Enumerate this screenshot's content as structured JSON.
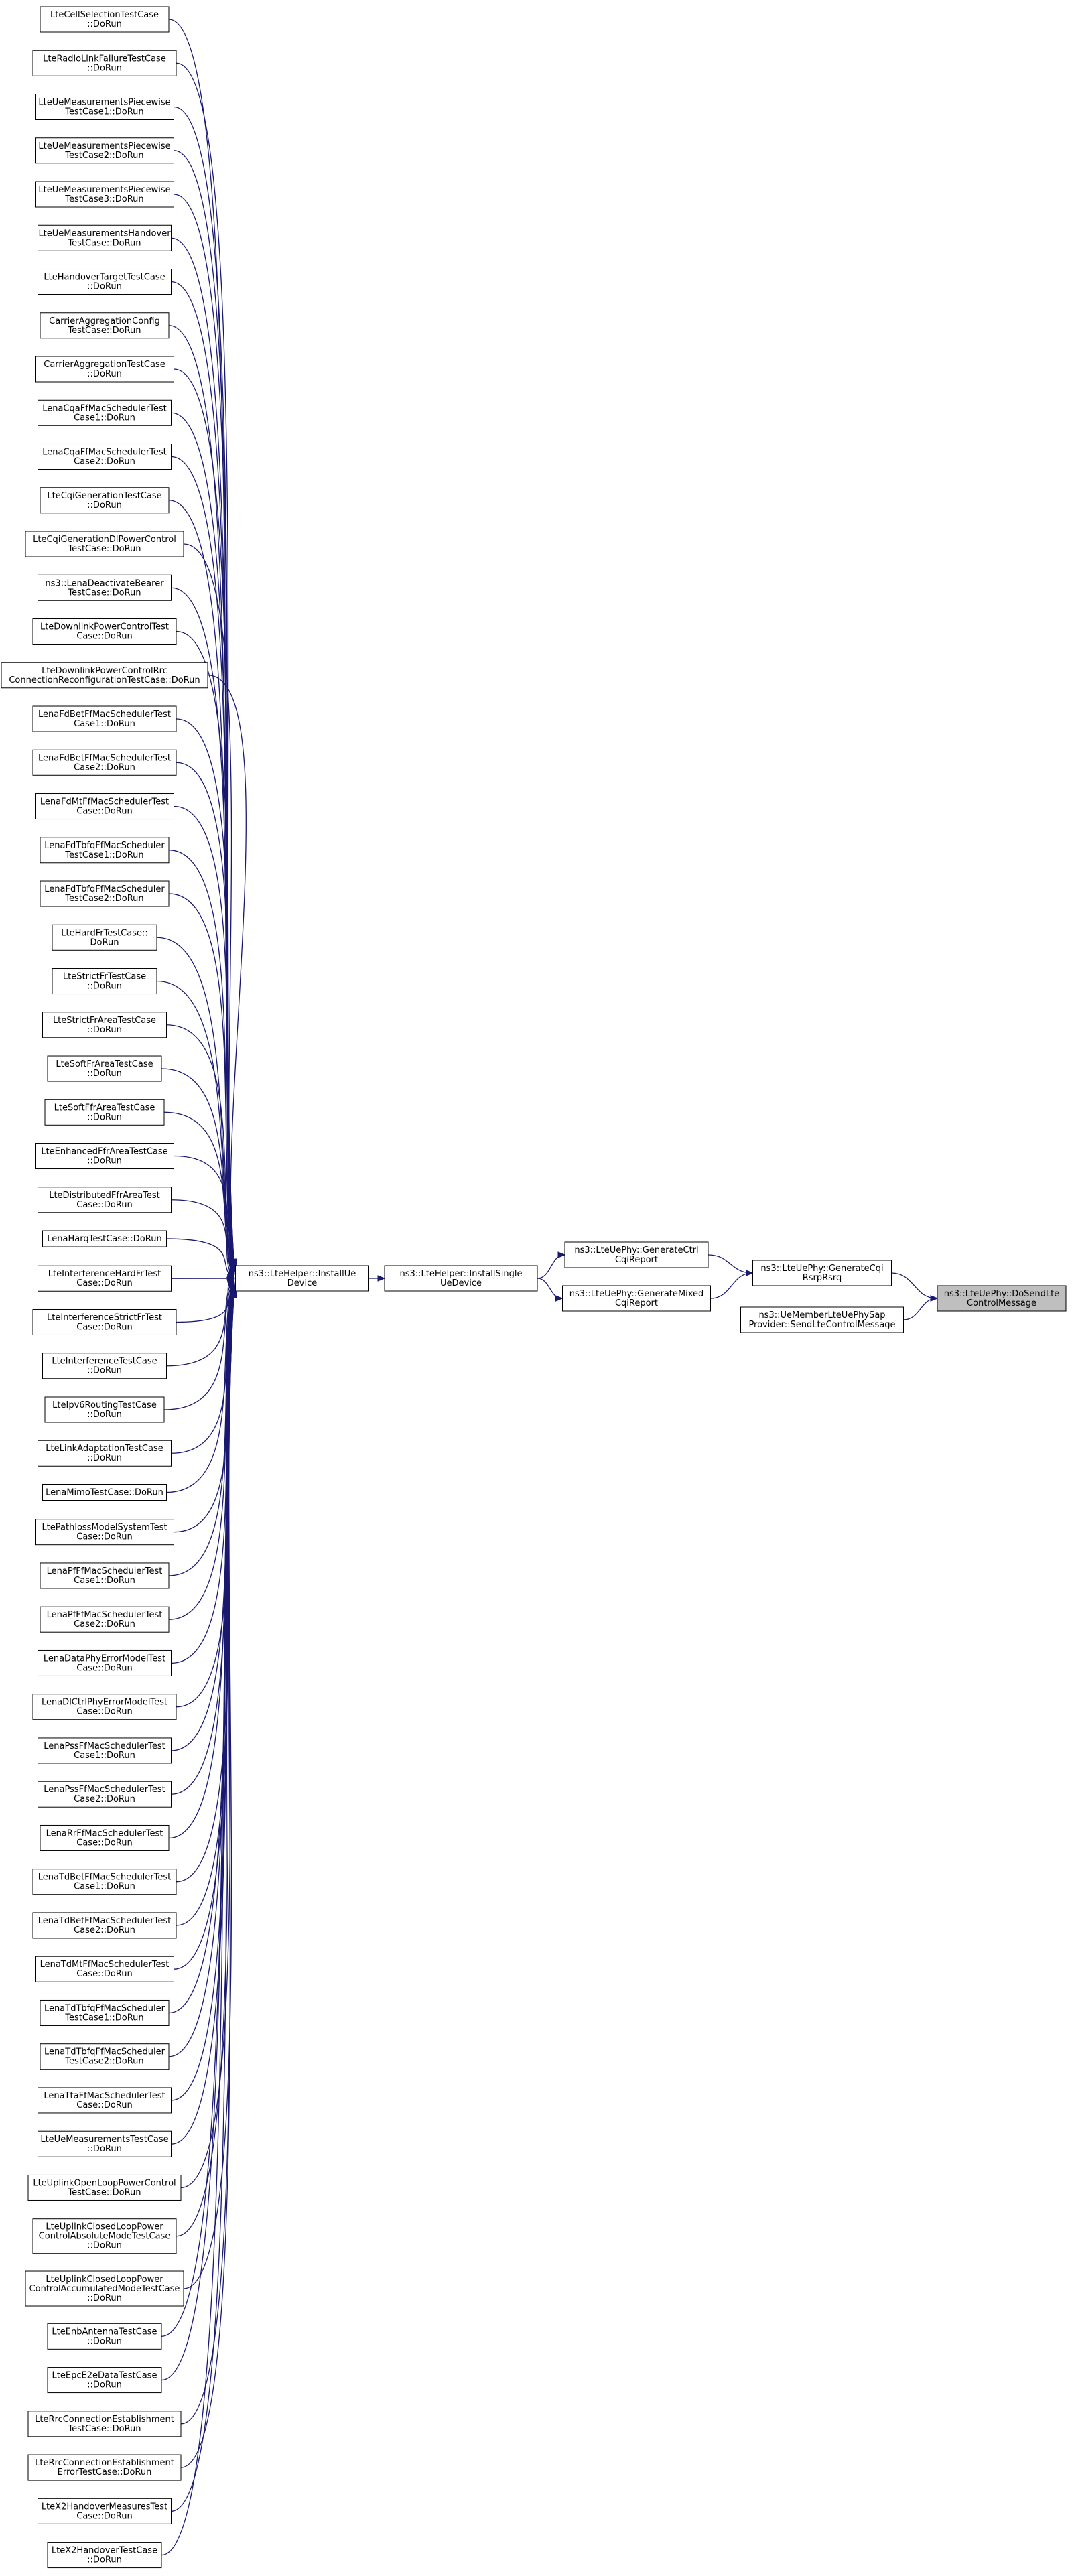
{
  "colors": {
    "edge": "#191970",
    "root_fill": "#bfbfbf",
    "node_fill": "#ffffff",
    "border": "#000000"
  },
  "root": {
    "id": "root",
    "lines": [
      "ns3::LteUePhy::DoSendLte",
      "ControlMessage"
    ]
  },
  "level1": [
    {
      "id": "genCqiRsrp",
      "lines": [
        "ns3::LteUePhy::GenerateCqi",
        "RsrpRsrq"
      ]
    },
    {
      "id": "sapSend",
      "lines": [
        "ns3::UeMemberLteUePhySap",
        "Provider::SendLteControlMessage"
      ]
    }
  ],
  "level2": [
    {
      "id": "genCtrl",
      "lines": [
        "ns3::LteUePhy::GenerateCtrl",
        "CqiReport"
      ]
    },
    {
      "id": "genMixed",
      "lines": [
        "ns3::LteUePhy::GenerateMixed",
        "CqiReport"
      ]
    }
  ],
  "level3": [
    {
      "id": "installSingle",
      "lines": [
        "ns3::LteHelper::InstallSingle",
        "UeDevice"
      ]
    }
  ],
  "level4": [
    {
      "id": "installUe",
      "lines": [
        "ns3::LteHelper::InstallUe",
        "Device"
      ]
    }
  ],
  "callers": [
    {
      "lines": [
        "LteCellSelectionTestCase",
        "::DoRun"
      ]
    },
    {
      "lines": [
        "LteRadioLinkFailureTestCase",
        "::DoRun"
      ]
    },
    {
      "lines": [
        "LteUeMeasurementsPiecewise",
        "TestCase1::DoRun"
      ]
    },
    {
      "lines": [
        "LteUeMeasurementsPiecewise",
        "TestCase2::DoRun"
      ]
    },
    {
      "lines": [
        "LteUeMeasurementsPiecewise",
        "TestCase3::DoRun"
      ]
    },
    {
      "lines": [
        "LteUeMeasurementsHandover",
        "TestCase::DoRun"
      ]
    },
    {
      "lines": [
        "LteHandoverTargetTestCase",
        "::DoRun"
      ]
    },
    {
      "lines": [
        "CarrierAggregationConfig",
        "TestCase::DoRun"
      ]
    },
    {
      "lines": [
        "CarrierAggregationTestCase",
        "::DoRun"
      ]
    },
    {
      "lines": [
        "LenaCqaFfMacSchedulerTest",
        "Case1::DoRun"
      ]
    },
    {
      "lines": [
        "LenaCqaFfMacSchedulerTest",
        "Case2::DoRun"
      ]
    },
    {
      "lines": [
        "LteCqiGenerationTestCase",
        "::DoRun"
      ]
    },
    {
      "lines": [
        "LteCqiGenerationDlPowerControl",
        "TestCase::DoRun"
      ]
    },
    {
      "lines": [
        "ns3::LenaDeactivateBearer",
        "TestCase::DoRun"
      ]
    },
    {
      "lines": [
        "LteDownlinkPowerControlTest",
        "Case::DoRun"
      ]
    },
    {
      "lines": [
        "LteDownlinkPowerControlRrc",
        "ConnectionReconfigurationTestCase::DoRun"
      ]
    },
    {
      "lines": [
        "LenaFdBetFfMacSchedulerTest",
        "Case1::DoRun"
      ]
    },
    {
      "lines": [
        "LenaFdBetFfMacSchedulerTest",
        "Case2::DoRun"
      ]
    },
    {
      "lines": [
        "LenaFdMtFfMacSchedulerTest",
        "Case::DoRun"
      ]
    },
    {
      "lines": [
        "LenaFdTbfqFfMacScheduler",
        "TestCase1::DoRun"
      ]
    },
    {
      "lines": [
        "LenaFdTbfqFfMacScheduler",
        "TestCase2::DoRun"
      ]
    },
    {
      "lines": [
        "LteHardFrTestCase::",
        "DoRun"
      ]
    },
    {
      "lines": [
        "LteStrictFrTestCase",
        "::DoRun"
      ]
    },
    {
      "lines": [
        "LteStrictFrAreaTestCase",
        "::DoRun"
      ]
    },
    {
      "lines": [
        "LteSoftFrAreaTestCase",
        "::DoRun"
      ]
    },
    {
      "lines": [
        "LteSoftFfrAreaTestCase",
        "::DoRun"
      ]
    },
    {
      "lines": [
        "LteEnhancedFfrAreaTestCase",
        "::DoRun"
      ]
    },
    {
      "lines": [
        "LteDistributedFfrAreaTest",
        "Case::DoRun"
      ]
    },
    {
      "lines": [
        "LenaHarqTestCase::DoRun"
      ]
    },
    {
      "lines": [
        "LteInterferenceHardFrTest",
        "Case::DoRun"
      ]
    },
    {
      "lines": [
        "LteInterferenceStrictFrTest",
        "Case::DoRun"
      ]
    },
    {
      "lines": [
        "LteInterferenceTestCase",
        "::DoRun"
      ]
    },
    {
      "lines": [
        "LteIpv6RoutingTestCase",
        "::DoRun"
      ]
    },
    {
      "lines": [
        "LteLinkAdaptationTestCase",
        "::DoRun"
      ]
    },
    {
      "lines": [
        "LenaMimoTestCase::DoRun"
      ]
    },
    {
      "lines": [
        "LtePathlossModelSystemTest",
        "Case::DoRun"
      ]
    },
    {
      "lines": [
        "LenaPfFfMacSchedulerTest",
        "Case1::DoRun"
      ]
    },
    {
      "lines": [
        "LenaPfFfMacSchedulerTest",
        "Case2::DoRun"
      ]
    },
    {
      "lines": [
        "LenaDataPhyErrorModelTest",
        "Case::DoRun"
      ]
    },
    {
      "lines": [
        "LenaDlCtrlPhyErrorModelTest",
        "Case::DoRun"
      ]
    },
    {
      "lines": [
        "LenaPssFfMacSchedulerTest",
        "Case1::DoRun"
      ]
    },
    {
      "lines": [
        "LenaPssFfMacSchedulerTest",
        "Case2::DoRun"
      ]
    },
    {
      "lines": [
        "LenaRrFfMacSchedulerTest",
        "Case::DoRun"
      ]
    },
    {
      "lines": [
        "LenaTdBetFfMacSchedulerTest",
        "Case1::DoRun"
      ]
    },
    {
      "lines": [
        "LenaTdBetFfMacSchedulerTest",
        "Case2::DoRun"
      ]
    },
    {
      "lines": [
        "LenaTdMtFfMacSchedulerTest",
        "Case::DoRun"
      ]
    },
    {
      "lines": [
        "LenaTdTbfqFfMacScheduler",
        "TestCase1::DoRun"
      ]
    },
    {
      "lines": [
        "LenaTdTbfqFfMacScheduler",
        "TestCase2::DoRun"
      ]
    },
    {
      "lines": [
        "LenaTtaFfMacSchedulerTest",
        "Case::DoRun"
      ]
    },
    {
      "lines": [
        "LteUeMeasurementsTestCase",
        "::DoRun"
      ]
    },
    {
      "lines": [
        "LteUplinkOpenLoopPowerControl",
        "TestCase::DoRun"
      ]
    },
    {
      "lines": [
        "LteUplinkClosedLoopPower",
        "ControlAbsoluteModeTestCase",
        "::DoRun"
      ]
    },
    {
      "lines": [
        "LteUplinkClosedLoopPower",
        "ControlAccumulatedModeTestCase",
        "::DoRun"
      ]
    },
    {
      "lines": [
        "LteEnbAntennaTestCase",
        "::DoRun"
      ]
    },
    {
      "lines": [
        "LteEpcE2eDataTestCase",
        "::DoRun"
      ]
    },
    {
      "lines": [
        "LteRrcConnectionEstablishment",
        "TestCase::DoRun"
      ]
    },
    {
      "lines": [
        "LteRrcConnectionEstablishment",
        "ErrorTestCase::DoRun"
      ]
    },
    {
      "lines": [
        "LteX2HandoverMeasuresTest",
        "Case::DoRun"
      ]
    },
    {
      "lines": [
        "LteX2HandoverTestCase",
        "::DoRun"
      ]
    }
  ]
}
